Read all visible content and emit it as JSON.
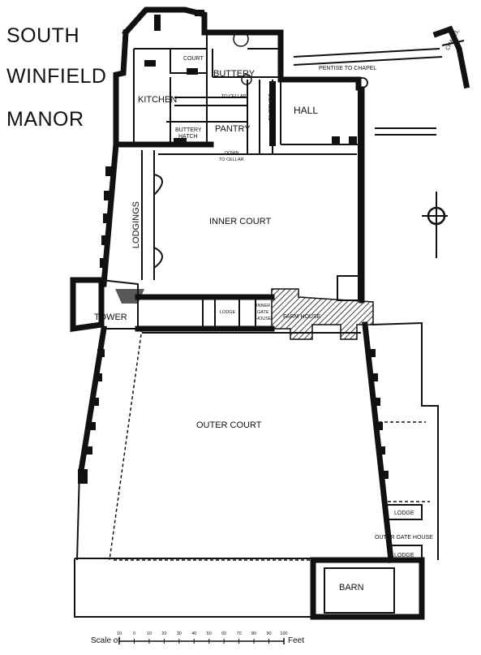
{
  "title": {
    "line1": "SOUTH",
    "line2": "WINFIELD",
    "line3": "MANOR"
  },
  "rooms": {
    "chapel": "CHAPEL",
    "pentise": "PENTISE TO CHAPEL",
    "court": "COURT",
    "buttery": "BUTTERY",
    "kitchen": "KITCHEN",
    "to_cellar": "TO CELLAR",
    "screens": "SCREENS",
    "hall": "HALL",
    "buttery_hatch_1": "BUTTERY",
    "buttery_hatch_2": "HATCH",
    "pantry": "PANTRY",
    "down_cellar_1": "DOWN",
    "down_cellar_2": "TO CELLAR",
    "lodgings": "LODGINGS",
    "inner_court": "INNER COURT",
    "tower": "TOWER",
    "lodge_inner": "LODGE",
    "inner_gate_1": "INNER",
    "inner_gate_2": "GATE",
    "inner_gate_3": "HOUSE",
    "farm_house": "FARM HOUSE",
    "outer_court": "OUTER COURT",
    "lodge_outer_1": "LODGE",
    "outer_gate_house": "OUTER GATE HOUSE",
    "lodge_outer_2": "LODGE",
    "barn": "BARN"
  },
  "scale": {
    "prefix": "Scale of",
    "suffix": "Feet",
    "ticks": [
      "10",
      "0",
      "10",
      "20",
      "30",
      "40",
      "50",
      "60",
      "70",
      "80",
      "90",
      "100"
    ]
  },
  "colors": {
    "ink": "#111111",
    "paper": "#ffffff"
  },
  "icons": {
    "compass": "compass-icon"
  }
}
